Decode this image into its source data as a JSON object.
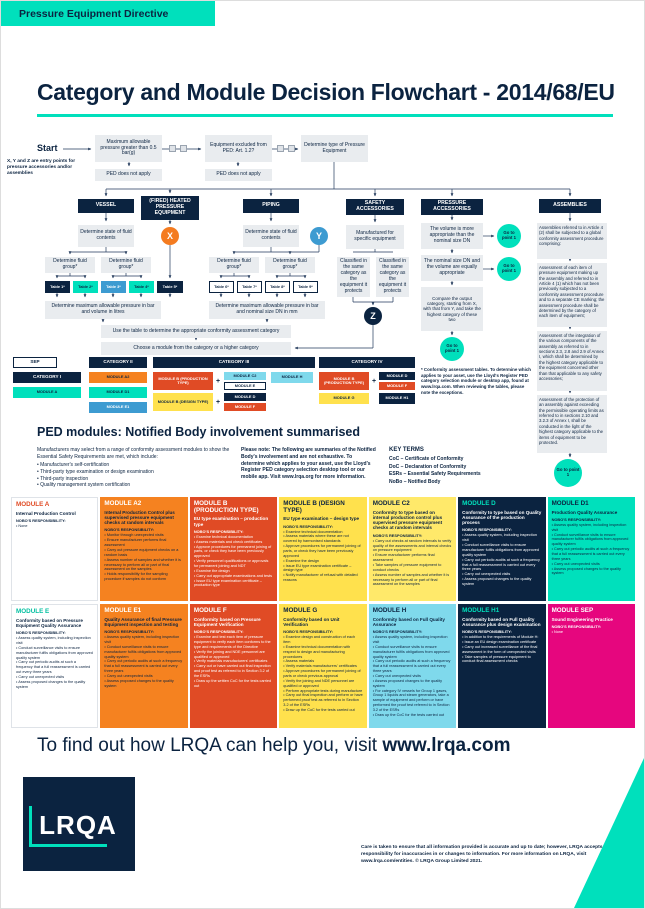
{
  "palette": {
    "navy": "#0b2340",
    "teal": "#00e0bc",
    "orange": "#f58220",
    "red": "#e04b25",
    "yellow": "#ffe14d",
    "cyan": "#7fd9ec",
    "blue": "#3d9bd1",
    "magenta": "#e6067e",
    "box_grey": "#e9ecef"
  },
  "banner": "Pressure Equipment Directive",
  "title": "Category and Module Decision Flowchart - 2014/68/EU",
  "flow": {
    "start": "Start",
    "entry_note": "X, Y and Z are entry points for pressure accessories and/or assemblies",
    "q_pressure": "Maximum allowable pressure greater than 0.5 bar(g)",
    "q_excluded": "Equipment excluded from PED: Art. 1.2?",
    "q_type": "Determine type of Pressure Equipment",
    "ped_not_apply": "PED does not apply",
    "branches": {
      "vessel": "VESSEL",
      "fired": "(FIRED) HEATED PRESSURE EQUIPMENT",
      "piping": "PIPING",
      "safety": "SAFETY ACCESSORIES",
      "pressure_acc": "PRESSURE ACCESSORIES",
      "assemblies": "ASSEMBLIES"
    },
    "state_of_fluid": "Determine state of fluid contents",
    "fluid_group": "Determine fluid group*",
    "tables": [
      "Table 1*",
      "Table 2*",
      "Table 3*",
      "Table 4*",
      "Table 5*",
      "Table 6*",
      "Table 7*",
      "Table 8*",
      "Table 9*"
    ],
    "vessel_determine": "Determine maximum allowable pressure in bar and volume in litres",
    "piping_determine": "Determine maximum allowable pressure in bar and nominal size DN in mm",
    "use_table": "Use the table to determine the appropriate conformity assessment category",
    "choose_module": "Choose a module from the category or a higher category",
    "safety_manufactured": "Manufactured for specific equipment",
    "safety_classified": "Classified in the same category as the equipment it protects",
    "pa_volume": "The volume is more appropriate than the nominal size DN",
    "pa_dn": "The nominal size DN and the volume are equally appropriate",
    "pa_compare": "Compare the output category, starting from X, with that from Y, and take the highest category of these two",
    "asm_intro": "Assemblies referred to in Article 4 (2) shall be subjected to a global conformity assessment procedure comprising:",
    "asm_item": "Assessment of each item of pressure equipment making up the assembly and referred to in Article 4 (1) which has not been previously subjected to a conformity assessment procedure and to a separate CE marking; the assessment procedure shall be determined by the category of each item of equipment;",
    "asm_integration": "Assessment of the integration of the various components of the assembly as referred to in sections 2.3, 2.8 and 2.9 of Annex I, which shall be determined by the highest category applicable to the equipment concerned other than that applicable to any safety accessories;",
    "asm_protection": "Assessment of the protection of an assembly against exceeding the permissible operating limits as referred to in sections 2.10 and 3.2.3 of Annex I, shall be conducted in the light of the highest category applicable to the items of equipment to be protected.",
    "marker_x": "X",
    "marker_y": "Y",
    "marker_z": "Z",
    "goto_point": "Go to point 1",
    "footnote": "* Conformity assessment tables. To determine which applies to your asset, use the Lloyd's Register PED category selection module or desktop app, found at www.lrqa.com. When reviewing the tables, please note the exceptions."
  },
  "categories": {
    "sep": "SEP",
    "cat1": "CATEGORY I",
    "cat2": "CATEGORY II",
    "cat3": "CATEGORY III",
    "cat4": "CATEGORY IV",
    "plus": "+",
    "module_a": "MODULE A",
    "module_a2": "MODULE A2",
    "module_d1": "MODULE D1",
    "module_e1": "MODULE E1",
    "module_b_prod": "MODULE B (PRODUCTION TYPE)",
    "module_b_design": "MODULE B (DESIGN TYPE)",
    "module_c2": "MODULE C2",
    "module_d": "MODULE D",
    "module_e": "MODULE E",
    "module_f": "MODULE F",
    "module_g": "MODULE G",
    "module_h": "MODULE H",
    "module_h1": "MODULE H1"
  },
  "modules_section": {
    "heading": "PED modules: Notified Body involvement summarised",
    "intro": "Manufacturers may select from a range of conformity assessment modules to show the Essential Safety Requirements are met, which include:",
    "bullet_points": [
      "Manufacturer's self-certification",
      "Third-party type examination or design examination",
      "Third-party inspection",
      "Quality management system certification"
    ],
    "note": "Please note: The following are summaries of the Notified Body's involvement and are not exhaustive. To determine which applies to your asset, use the Lloyd's Register PED category selection desktop tool or our mobile app. Visit www.lrqa.org for more information.",
    "key_terms_heading": "KEY TERMS",
    "key_terms": [
      "CoC  –  Certificate of Conformity",
      "DoC  –  Declaration of Conformity",
      "ESRs  –  Essential Safety Requirements",
      "NoBo  –  Notified Body"
    ],
    "goto_point": "Go to point 1"
  },
  "cards": [
    {
      "id": "A",
      "title": "MODULE A",
      "subtitle": "Internal Production Control",
      "nobo": "NOBO'S RESPONSIBILITY:",
      "bullets": [
        "None"
      ]
    },
    {
      "id": "A2",
      "title": "MODULE A2",
      "subtitle": "Internal Production Control plus supervised pressure equipment checks at random intervals",
      "nobo": "NOBO'S RESPONSIBILITY:",
      "bullets": [
        "Monitor through unexpected visits",
        "Ensure manufacturer performs final assessment",
        "Carry out pressure equipment checks on a random basis",
        "Assess number of samples and whether it is necessary to perform all or part of final assessment on the samples",
        "Holds responsibility for the sampling procedure if samples do not conform"
      ]
    },
    {
      "id": "B-PROD",
      "title": "MODULE B (PRODUCTION TYPE)",
      "subtitle": "EU type examination – production type",
      "nobo": "NOBO'S RESPONSIBILITY:",
      "bullets": [
        "Examine technical documentation",
        "Assess materials and check certificates",
        "Approve procedures for permanent joining of parts, or check they have been previously approved",
        "Verify personnel qualifications or approvals for permanent joining and NDT",
        "Examine the design",
        "Carry out appropriate examinations and tests",
        "Issue EU type examination certificate – production type"
      ]
    },
    {
      "id": "B-DESIGN",
      "title": "MODULE B (DESIGN TYPE)",
      "subtitle": "EU type examination – design type",
      "nobo": "NOBO'S RESPONSIBILITY:",
      "bullets": [
        "Examine technical documentation",
        "Assess materials where these are not covered by harmonised standards",
        "Approve procedures for permanent joining of parts, or check they have been previously approved",
        "Examine the design",
        "Issue EU type examination certificate – design type",
        "Notify manufacturer of refusal with detailed reasons"
      ]
    },
    {
      "id": "C2",
      "title": "MODULE C2",
      "subtitle": "Conformity to type based on internal production control plus supervised pressure equipment checks at random intervals",
      "nobo": "NOBO'S RESPONSIBILITY:",
      "bullets": [
        "Carry out checks at random intervals to verify quality of the assessments and internal checks on pressure equipment",
        "Ensure manufacturer performs final assessment",
        "Take samples of pressure equipment to conduct checks",
        "Assess number of samples and whether it is necessary to perform all or part of final assessment on the samples"
      ]
    },
    {
      "id": "D",
      "title": "MODULE D",
      "subtitle": "Conformity to type based on Quality Assurance of the production process",
      "nobo": "NOBO'S RESPONSIBILITY:",
      "bullets": [
        "Assess quality system, including inspection visit",
        "Conduct surveillance visits to ensure manufacturer fulfils obligations from approved quality system",
        "Carry out periodic audits at such a frequency that a full reassessment is carried out every three years",
        "Carry out unexpected visits",
        "Assess proposed changes to the quality system"
      ]
    },
    {
      "id": "D1",
      "title": "MODULE D1",
      "subtitle": "Production Quality Assurance",
      "nobo": "NOBO'S RESPONSIBILITY:",
      "bullets": [
        "Assess quality system, including inspection visit",
        "Conduct surveillance visits to ensure manufacturer fulfils obligations from approved quality system",
        "Carry out periodic audits at such a frequency that a full reassessment is carried out every three years",
        "Carry out unexpected visits",
        "Assess proposed changes to the quality system"
      ]
    },
    {
      "id": "E",
      "title": "MODULE E",
      "subtitle": "Conformity based on Pressure Equipment Quality Assurance",
      "nobo": "NOBO'S RESPONSIBILITY:",
      "bullets": [
        "Assess quality system, including inspection visit",
        "Conduct surveillance visits to ensure manufacturer fulfils obligations from approved quality system",
        "Carry out periodic audits at such a frequency that a full reassessment is carried out every three years",
        "Carry out unexpected visits",
        "Assess proposed changes to the quality system"
      ]
    },
    {
      "id": "E1",
      "title": "MODULE E1",
      "subtitle": "Quality Assurance of final Pressure Equipment inspection and testing",
      "nobo": "NOBO'S RESPONSIBILITY:",
      "bullets": [
        "Assess quality system, including inspection visit",
        "Conduct surveillance visits to ensure manufacturer fulfils obligations from approved quality system",
        "Carry out periodic audits at such a frequency that a full reassessment is carried out every three years",
        "Carry out unexpected visits",
        "Assess proposed changes to the quality system"
      ]
    },
    {
      "id": "F",
      "title": "MODULE F",
      "subtitle": "Conformity based on Pressure Equipment Verification",
      "nobo": "NOBO'S RESPONSIBILITY:",
      "bullets": [
        "Examine and test each item of pressure equipment to verify each item conforms to the type and requirements of the Directive",
        "Verify the joining and NDE personnel are qualified or approved",
        "Verify materials manufacturers' certificates",
        "Carry out or have carried out final inspection and proof test as referred to in Section 3.2 of the ESRs",
        "Draw up the written CoC for the tests carried out"
      ]
    },
    {
      "id": "G",
      "title": "MODULE G",
      "subtitle": "Conformity based on Unit Verification",
      "nobo": "NOBO'S RESPONSIBILITY:",
      "bullets": [
        "Examine design and construction of each item",
        "Examine technical documentation with respect to design and manufacturing procedures",
        "Assess materials",
        "Verify materials manufacturers' certificates",
        "Approve procedures for permanent joining of parts or check previous approval",
        "Verify the joining and NDE personnel are qualified or approved",
        "Perform appropriate tests during manufacture",
        "Carry out final inspection and perform or have performed proof test as referred to in Section 3.2 of the ESRs",
        "Draw up the CoC for the tests carried out"
      ]
    },
    {
      "id": "H",
      "title": "MODULE H",
      "subtitle": "Conformity based on Full Quality Assurance",
      "nobo": "NOBO'S RESPONSIBILITY:",
      "bullets": [
        "Assess quality system, including inspection visit",
        "Conduct surveillance visits to ensure manufacturer fulfils obligations from approved quality system",
        "Carry out periodic audits at such a frequency that a full reassessment is carried out every three years",
        "Carry out unexpected visits",
        "Assess proposed changes to the quality system",
        "For category IV vessels for Group 1 gases, Group 1 liquids and steam generators, take a sample of equipment and perform or have performed the proof test referred to in Section 3.2 of the ESRs",
        "Draw up the CoC for the tests carried out"
      ]
    },
    {
      "id": "H1",
      "title": "MODULE H1",
      "subtitle": "Conformity based on Full Quality Assurance plus design examination",
      "nobo": "NOBO'S RESPONSIBILITY:",
      "bullets": [
        "In addition to the requirements of Module H:",
        "Issue an EU design examination certificate",
        "Carry out increased surveillance of the final assessment in the form of unexpected visits",
        "Take samples of pressure equipment to conduct final assessment checks"
      ]
    },
    {
      "id": "SEP",
      "title": "MODULE SEP",
      "subtitle": "Sound Engineering Practice",
      "nobo": "NOBO'S RESPONSIBILITY:",
      "bullets": [
        "None"
      ]
    }
  ],
  "cta": {
    "prefix": "To find out how LRQA can help you, visit ",
    "link": "www.lrqa.com"
  },
  "footer": {
    "logo": "LRQA",
    "legal": "Care is taken to ensure that all information provided is accurate and up to date; however, LRQA accepts no responsibility for inaccuracies in or changes to information. For more information on LRQA, visit www.lrqa.com/entities. © LRQA Group Limited 2021."
  }
}
